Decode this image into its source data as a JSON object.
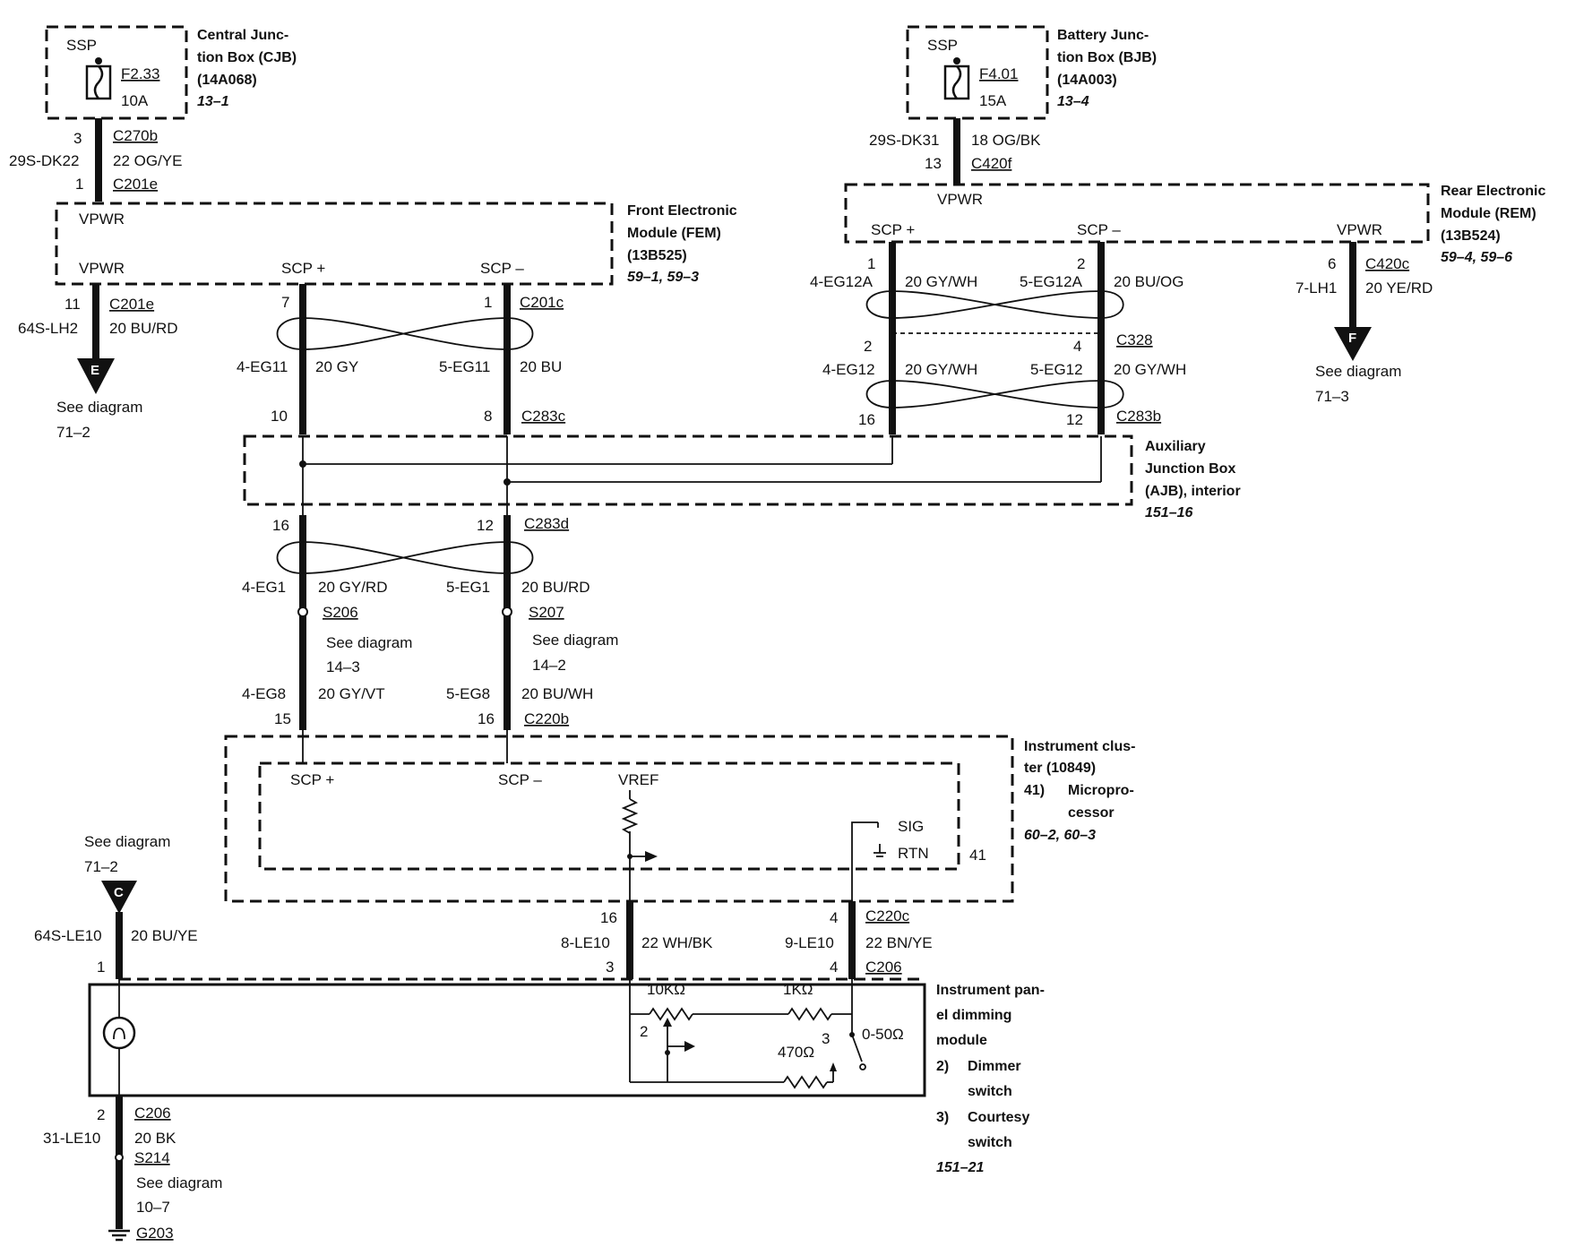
{
  "cjb": {
    "ssp": "SSP",
    "fuse": "F2.33",
    "amps": "10A",
    "name1": "Central Junc-",
    "name2": "tion Box (CJB)",
    "part": "(14A068)",
    "ref": "13–1"
  },
  "cjb_wire": {
    "pin_top": "3",
    "conn_top": "C270b",
    "circuit": "29S-DK22",
    "gauge": "22 OG/YE",
    "pin_bot": "1",
    "conn_bot": "C201e"
  },
  "fem": {
    "vpwr1": "VPWR",
    "vpwr2": "VPWR",
    "scp_plus": "SCP +",
    "scp_minus": "SCP –",
    "name1": "Front Electronic",
    "name2": "Module (FEM)",
    "part": "(13B525)",
    "ref": "59–1, 59–3"
  },
  "fem_e": {
    "pin": "11",
    "conn": "C201e",
    "circuit": "64S-LH2",
    "gauge": "20 BU/RD",
    "connector": "E",
    "see1": "See diagram",
    "see2": "71–2"
  },
  "fem_scp": {
    "pin_l": "7",
    "pin_r": "1",
    "conn": "C201c",
    "circuit_l": "4-EG11",
    "gauge_l": "20 GY",
    "circuit_r": "5-EG11",
    "gauge_r": "20 BU",
    "pin_l2": "10",
    "pin_r2": "8",
    "conn2": "C283c"
  },
  "bjb": {
    "ssp": "SSP",
    "fuse": "F4.01",
    "amps": "15A",
    "name1": "Battery Junc-",
    "name2": "tion Box (BJB)",
    "part": "(14A003)",
    "ref": "13–4"
  },
  "bjb_wire": {
    "circuit": "29S-DK31",
    "gauge": "18 OG/BK",
    "pin": "13",
    "conn": "C420f"
  },
  "rem": {
    "vpwr": "VPWR",
    "scp_plus": "SCP +",
    "scp_minus": "SCP –",
    "vpwr2": "VPWR",
    "name1": "Rear Electronic",
    "name2": "Module (REM)",
    "part": "(13B524)",
    "ref": "59–4, 59–6"
  },
  "rem_scp": {
    "pin_l": "1",
    "pin_r": "2",
    "circuit_l": "4-EG12A",
    "gauge_l": "20 GY/WH",
    "circuit_r": "5-EG12A",
    "gauge_r": "20 BU/OG",
    "pin_l2": "2",
    "pin_r2": "4",
    "conn2": "C328",
    "circuit_l2": "4-EG12",
    "gauge_l2": "20 GY/WH",
    "circuit_r2": "5-EG12",
    "gauge_r2": "20 GY/WH",
    "pin_l3": "16",
    "pin_r3": "12",
    "conn3": "C283b"
  },
  "rem_f": {
    "pin": "6",
    "conn": "C420c",
    "circuit": "7-LH1",
    "gauge": "20 YE/RD",
    "connector": "F",
    "see1": "See diagram",
    "see2": "71–3"
  },
  "ajb": {
    "name1": "Auxiliary",
    "name2": "Junction Box",
    "name3": "(AJB), interior",
    "ref": "151–16"
  },
  "ajb_out": {
    "pin_l": "16",
    "pin_r": "12",
    "conn": "C283d",
    "circuit_l": "4-EG1",
    "gauge_l": "20 GY/RD",
    "circuit_r": "5-EG1",
    "gauge_r": "20 BU/RD",
    "splice_l": "S206",
    "splice_r": "S207",
    "see_l1": "See diagram",
    "see_l2": "14–3",
    "see_r1": "See diagram",
    "see_r2": "14–2",
    "circuit_l2": "4-EG8",
    "gauge_l2": "20 GY/VT",
    "circuit_r2": "5-EG8",
    "gauge_r2": "20 BU/WH",
    "pin_l3": "15",
    "pin_r3": "16",
    "conn3": "C220b"
  },
  "ic": {
    "name1": "Instrument clus-",
    "name2": "ter (10849)",
    "item_num": "41)",
    "item1": "Micropro-",
    "item2": "cessor",
    "ref": "60–2, 60–3",
    "scp_plus": "SCP +",
    "scp_minus": "SCP –",
    "vref": "VREF",
    "sig": "SIG",
    "rtn": "RTN",
    "num": "41"
  },
  "ic_wires": {
    "pin_a": "16",
    "circuit_a": "8-LE10",
    "gauge_a": "22 WH/BK",
    "pin_b": "4",
    "conn": "C220c",
    "circuit_b": "9-LE10",
    "gauge_b": "22 BN/YE",
    "pin_a2": "3",
    "pin_b2": "4",
    "conn2": "C206"
  },
  "c_conn": {
    "see1": "See diagram",
    "see2": "71–2",
    "connector": "C",
    "circuit": "64S-LE10",
    "gauge": "20 BU/YE",
    "pin": "1"
  },
  "ipdm": {
    "name1": "Instrument pan-",
    "name2": "el dimming",
    "name3": "module",
    "item2_num": "2)",
    "item2a": "Dimmer",
    "item2b": "switch",
    "item3_num": "3)",
    "item3a": "Courtesy",
    "item3b": "switch",
    "ref": "151–21",
    "r1": "10KΩ",
    "r2": "1KΩ",
    "r3": "470Ω",
    "range": "0-50Ω",
    "sw2": "2",
    "sw3": "3"
  },
  "ground": {
    "pin": "2",
    "conn": "C206",
    "circuit": "31-LE10",
    "gauge": "20 BK",
    "splice": "S214",
    "see1": "See diagram",
    "see2": "10–7",
    "gnd": "G203"
  }
}
